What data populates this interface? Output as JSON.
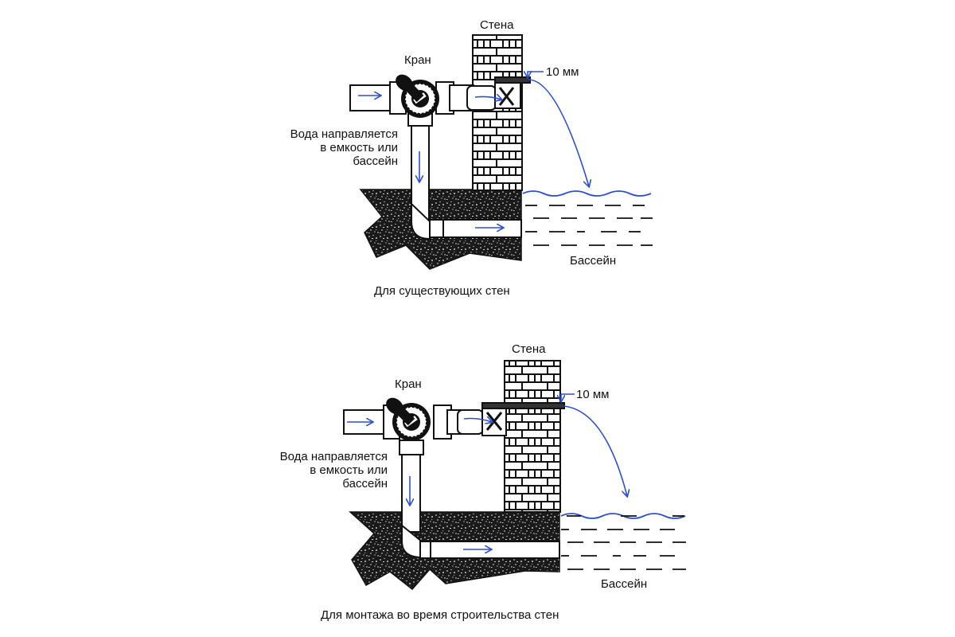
{
  "diagrams": [
    {
      "id": "existing-walls",
      "caption": "Для существующих стен",
      "labels": {
        "wall": "Стена",
        "valve": "Кран",
        "gap": "10 мм",
        "water_directed": [
          "Вода направляется",
          "в емкость или",
          "бассейн"
        ],
        "pool": "Бассейн"
      }
    },
    {
      "id": "during-construction",
      "caption": "Для монтажа во время строительства стен",
      "labels": {
        "wall": "Стена",
        "valve": "Кран",
        "gap": "10 мм",
        "water_directed": [
          "Вода направляется",
          "в емкость или",
          "бассейн"
        ],
        "pool": "Бассейн"
      }
    }
  ],
  "colors": {
    "flow_arrow": "#2a4fd6",
    "outline": "#111111",
    "ground": "#1a1a1a",
    "background": "#ffffff"
  }
}
